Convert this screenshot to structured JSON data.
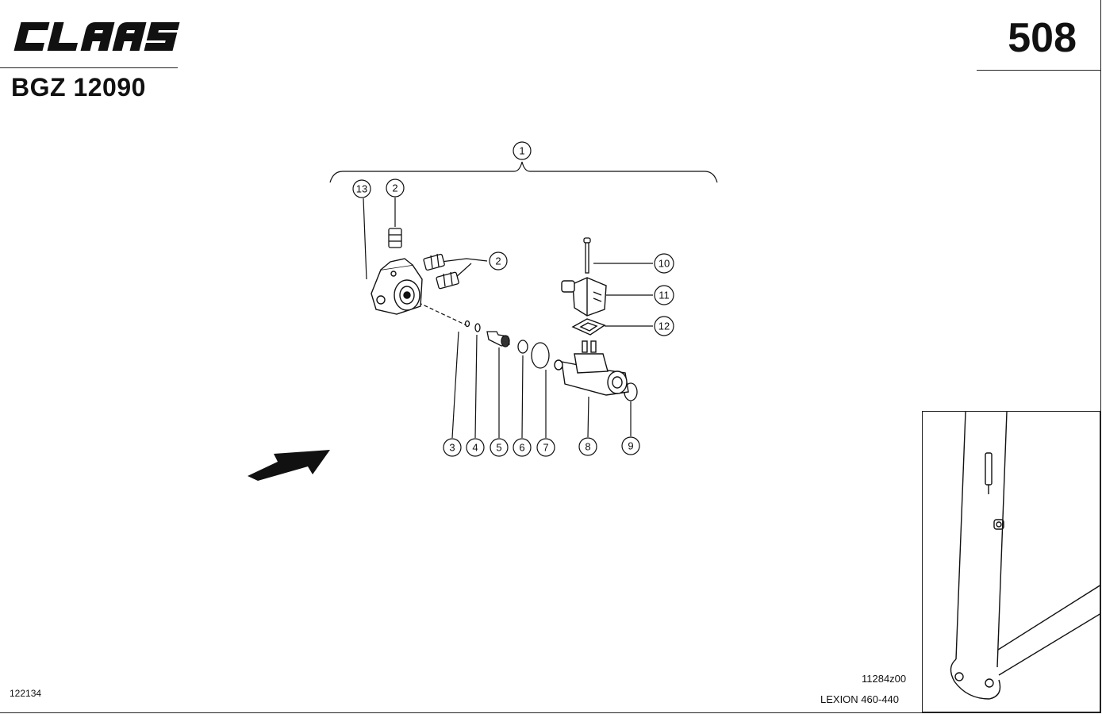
{
  "header": {
    "brand": "CLAAS",
    "doc_code": "BGZ 12090",
    "page_number": "508"
  },
  "callouts": {
    "c1": "1",
    "c2a": "2",
    "c2b": "2",
    "c3": "3",
    "c4": "4",
    "c5": "5",
    "c6": "6",
    "c7": "7",
    "c8": "8",
    "c9": "9",
    "c10": "10",
    "c11": "11",
    "c12": "12",
    "c13": "13"
  },
  "footer": {
    "left_code": "122134",
    "drawing_code": "11284z00",
    "model": "LEXION 460-440"
  }
}
